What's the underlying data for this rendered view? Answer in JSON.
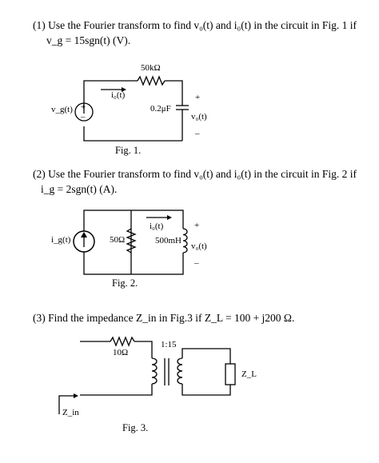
{
  "problem1": {
    "line1": "(1) Use the Fourier transform to find v₀(t) and i₀(t) in the circuit in Fig. 1 if",
    "line2": "v_g = 15sgn(t) (V).",
    "fig": {
      "resistor": "50kΩ",
      "current": "i₀(t)",
      "capacitor": "0.2μF",
      "source": "v_g(t)",
      "output": "v₀(t)",
      "plus": "+",
      "minus": "–",
      "caption": "Fig. 1."
    }
  },
  "problem2": {
    "line1": "(2) Use the Fourier transform to find v₀(t) and i₀(t) in the circuit in Fig. 2 if",
    "line2": "i_g = 2sgn(t) (A).",
    "fig": {
      "source": "i_g(t)",
      "resistor": "50Ω",
      "current": "i₀(t)",
      "inductor": "500mH",
      "output": "v₀(t)",
      "plus": "+",
      "minus": "–",
      "caption": "Fig. 2."
    }
  },
  "problem3": {
    "line1": "(3) Find the impedance Z_in in Fig.3 if Z_L = 100 + j200 Ω.",
    "fig": {
      "resistor": "10Ω",
      "ratio": "1:15",
      "load": "Z_L",
      "input": "Z_in",
      "caption": "Fig. 3."
    }
  }
}
